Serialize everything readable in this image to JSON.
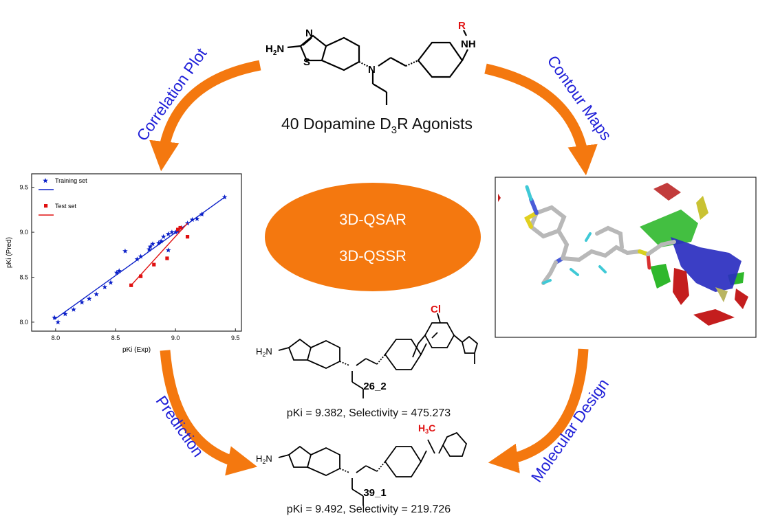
{
  "header": {
    "compound_series_title": "40 Dopamine D",
    "title_subscript": "3",
    "title_suffix": "R Agonists",
    "r_group": "R",
    "amine_label": "NH",
    "h2n_label": "H2N"
  },
  "cycle_labels": {
    "correlation_plot": "Correlation Plot",
    "contour_maps": "Contour Maps",
    "prediction": "Prediction",
    "molecular_design": "Molecular Design"
  },
  "center": {
    "model_1": "3D-QSAR",
    "model_2": "3D-QSSR",
    "color": "#f4780f"
  },
  "compounds": [
    {
      "id": "26_2",
      "substituent": "Cl",
      "summary": "pKi = 9.382, Selectivity = 475.273"
    },
    {
      "id": "39_1",
      "substituent": "H3C",
      "summary": "pKi = 9.492, Selectivity = 219.726"
    }
  ],
  "chart_data": {
    "type": "scatter",
    "xlabel": "pKi (Exp)",
    "ylabel": "pKi (Pred)",
    "xlim": [
      7.8,
      9.55
    ],
    "ylim": [
      7.9,
      9.65
    ],
    "xticks": [
      "8.0",
      "8.5",
      "9.0",
      "9.5"
    ],
    "yticks": [
      "8.0",
      "8.5",
      "9.0",
      "9.5"
    ],
    "legend_placement": "top-left",
    "grid": false,
    "series": [
      {
        "name": "Training set",
        "color": "#0a1fc8",
        "marker": "star",
        "points": [
          [
            7.99,
            8.05
          ],
          [
            8.02,
            8.0
          ],
          [
            8.08,
            8.09
          ],
          [
            8.15,
            8.14
          ],
          [
            8.22,
            8.22
          ],
          [
            8.28,
            8.26
          ],
          [
            8.34,
            8.31
          ],
          [
            8.41,
            8.39
          ],
          [
            8.46,
            8.44
          ],
          [
            8.51,
            8.55
          ],
          [
            8.53,
            8.57
          ],
          [
            8.58,
            8.79
          ],
          [
            8.68,
            8.7
          ],
          [
            8.71,
            8.73
          ],
          [
            8.78,
            8.81
          ],
          [
            8.79,
            8.84
          ],
          [
            8.81,
            8.87
          ],
          [
            8.86,
            8.88
          ],
          [
            8.88,
            8.9
          ],
          [
            8.9,
            8.95
          ],
          [
            8.94,
            8.98
          ],
          [
            8.97,
            9.0
          ],
          [
            9.0,
            9.0
          ],
          [
            9.05,
            9.05
          ],
          [
            9.1,
            9.1
          ],
          [
            9.14,
            9.14
          ],
          [
            9.18,
            9.15
          ],
          [
            9.22,
            9.2
          ],
          [
            9.41,
            9.39
          ],
          [
            8.94,
            8.8
          ],
          [
            9.02,
            9.01
          ]
        ],
        "fit_line": [
          [
            7.99,
            8.03
          ],
          [
            9.41,
            9.39
          ]
        ]
      },
      {
        "name": "Test set",
        "color": "#e01010",
        "marker": "square",
        "points": [
          [
            8.63,
            8.41
          ],
          [
            8.71,
            8.51
          ],
          [
            8.82,
            8.64
          ],
          [
            8.93,
            8.71
          ],
          [
            9.02,
            9.03
          ],
          [
            9.04,
            9.05
          ],
          [
            9.1,
            8.95
          ]
        ],
        "fit_line": [
          [
            8.63,
            8.41
          ],
          [
            9.1,
            9.1
          ]
        ]
      }
    ]
  }
}
